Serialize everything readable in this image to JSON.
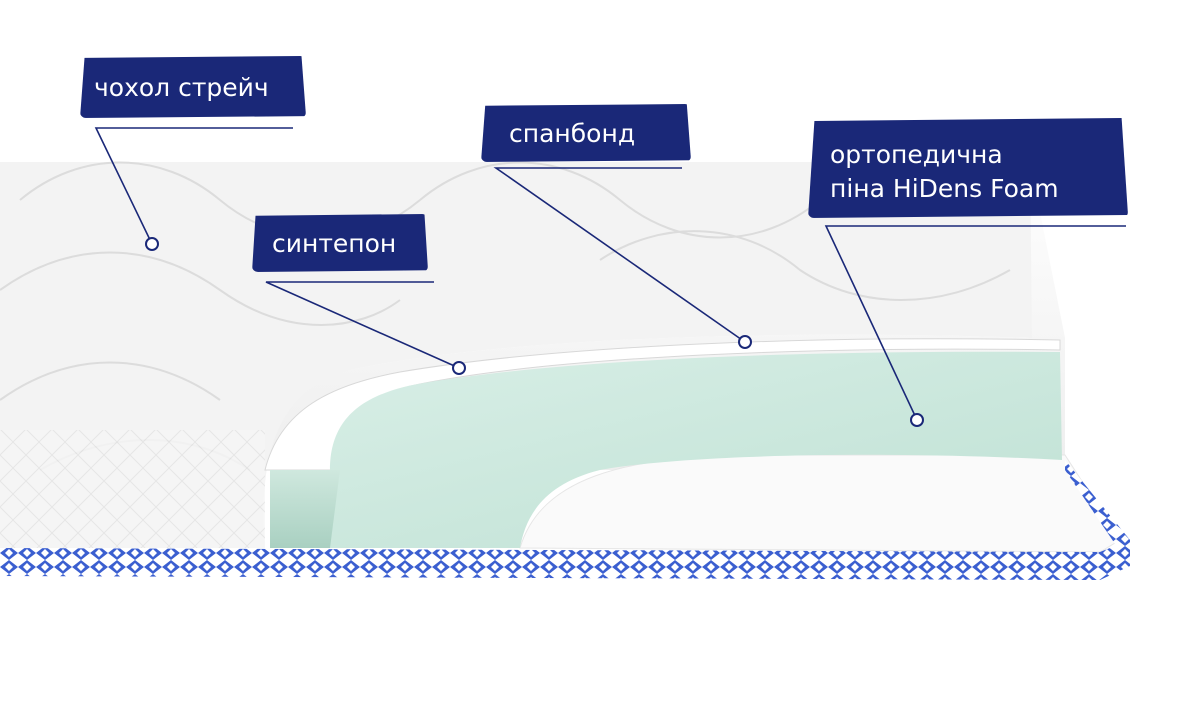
{
  "labels": {
    "cover": "чохол стрейч",
    "syntepon": "синтепон",
    "spunbond": "спанбонд",
    "foam_line1": "ортопедична",
    "foam_line2": "піна HiDens Foam"
  },
  "colors": {
    "label_bg": "#1a2878",
    "label_text": "#ffffff",
    "foam": "#c9e6dc",
    "border_pattern": "#3b5fd0"
  }
}
